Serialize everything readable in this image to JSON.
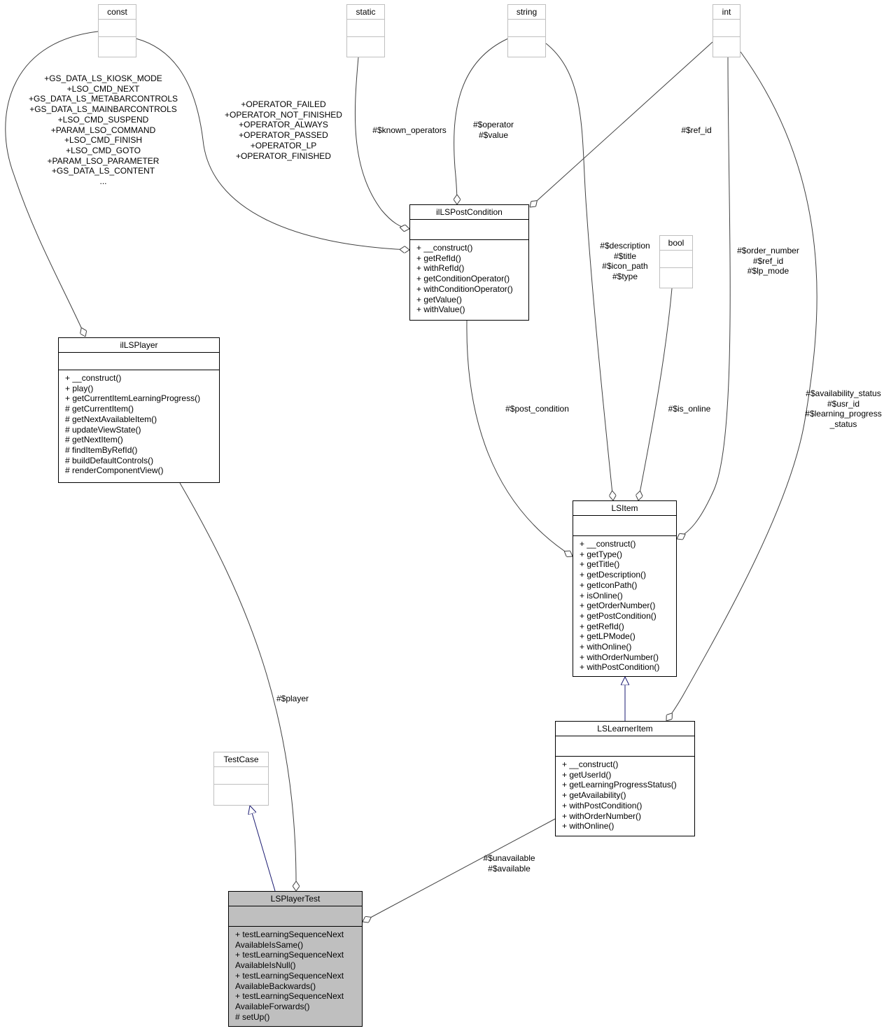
{
  "classes": {
    "const": {
      "name": "const"
    },
    "static": {
      "name": "static"
    },
    "string": {
      "name": "string"
    },
    "int": {
      "name": "int"
    },
    "bool": {
      "name": "bool"
    },
    "testcase": {
      "name": "TestCase"
    },
    "player": {
      "name": "ilLSPlayer",
      "methods": [
        "+ __construct()",
        "+ play()",
        "+ getCurrentItemLearningProgress()",
        "# getCurrentItem()",
        "# getNextAvailableItem()",
        "# updateViewState()",
        "# getNextItem()",
        "# findItemByRefId()",
        "# buildDefaultControls()",
        "# renderComponentView()"
      ]
    },
    "postcondition": {
      "name": "ilLSPostCondition",
      "methods": [
        "+ __construct()",
        "+ getRefId()",
        "+ withRefId()",
        "+ getConditionOperator()",
        "+ withConditionOperator()",
        "+ getValue()",
        "+ withValue()"
      ]
    },
    "lsitem": {
      "name": "LSItem",
      "methods": [
        "+ __construct()",
        "+ getType()",
        "+ getTitle()",
        "+ getDescription()",
        "+ getIconPath()",
        "+ isOnline()",
        "+ getOrderNumber()",
        "+ getPostCondition()",
        "+ getRefId()",
        "+ getLPMode()",
        "+ withOnline()",
        "+ withOrderNumber()",
        "+ withPostCondition()"
      ]
    },
    "learneritem": {
      "name": "LSLearnerItem",
      "methods": [
        "+ __construct()",
        "+ getUserId()",
        "+ getLearningProgressStatus()",
        "+ getAvailability()",
        "+ withPostCondition()",
        "+ withOrderNumber()",
        "+ withOnline()"
      ]
    },
    "playertest": {
      "name": "LSPlayerTest",
      "methods": [
        "+ testLearningSequenceNext",
        "AvailableIsSame()",
        "+ testLearningSequenceNext",
        "AvailableIsNull()",
        "+ testLearningSequenceNext",
        "AvailableBackwards()",
        "+ testLearningSequenceNext",
        "AvailableForwards()",
        "# setUp()"
      ]
    }
  },
  "edge_labels": {
    "const_player": [
      "+GS_DATA_LS_KIOSK_MODE",
      "+LSO_CMD_NEXT",
      "+GS_DATA_LS_METABARCONTROLS",
      "+GS_DATA_LS_MAINBARCONTROLS",
      "+LSO_CMD_SUSPEND",
      "+PARAM_LSO_COMMAND",
      "+LSO_CMD_FINISH",
      "+LSO_CMD_GOTO",
      "+PARAM_LSO_PARAMETER",
      "+GS_DATA_LS_CONTENT",
      "..."
    ],
    "const_postcondition": [
      "+OPERATOR_FAILED",
      "+OPERATOR_NOT_FINISHED",
      "+OPERATOR_ALWAYS",
      "+OPERATOR_PASSED",
      "+OPERATOR_LP",
      "+OPERATOR_FINISHED"
    ],
    "static_postcondition": [
      "#$known_operators"
    ],
    "string_postcondition": [
      "#$operator",
      "#$value"
    ],
    "int_postcondition": [
      "#$ref_id"
    ],
    "string_lsitem": [
      "#$description",
      "#$title",
      "#$icon_path",
      "#$type"
    ],
    "int_lsitem": [
      "#$order_number",
      "#$ref_id",
      "#$lp_mode"
    ],
    "postcondition_lsitem": [
      "#$post_condition"
    ],
    "bool_lsitem": [
      "#$is_online"
    ],
    "int_learneritem": [
      "#$availability_status",
      "#$usr_id",
      "#$learning_progress",
      "_status"
    ],
    "player_playertest": [
      "#$player"
    ],
    "learneritem_playertest": [
      "#$unavailable",
      "#$available"
    ]
  },
  "colors": {
    "composition_edge": "#404040",
    "inheritance_edge": "#191970",
    "external_border": "#bfbfbf",
    "highlight_fill": "#bfbfbf"
  }
}
